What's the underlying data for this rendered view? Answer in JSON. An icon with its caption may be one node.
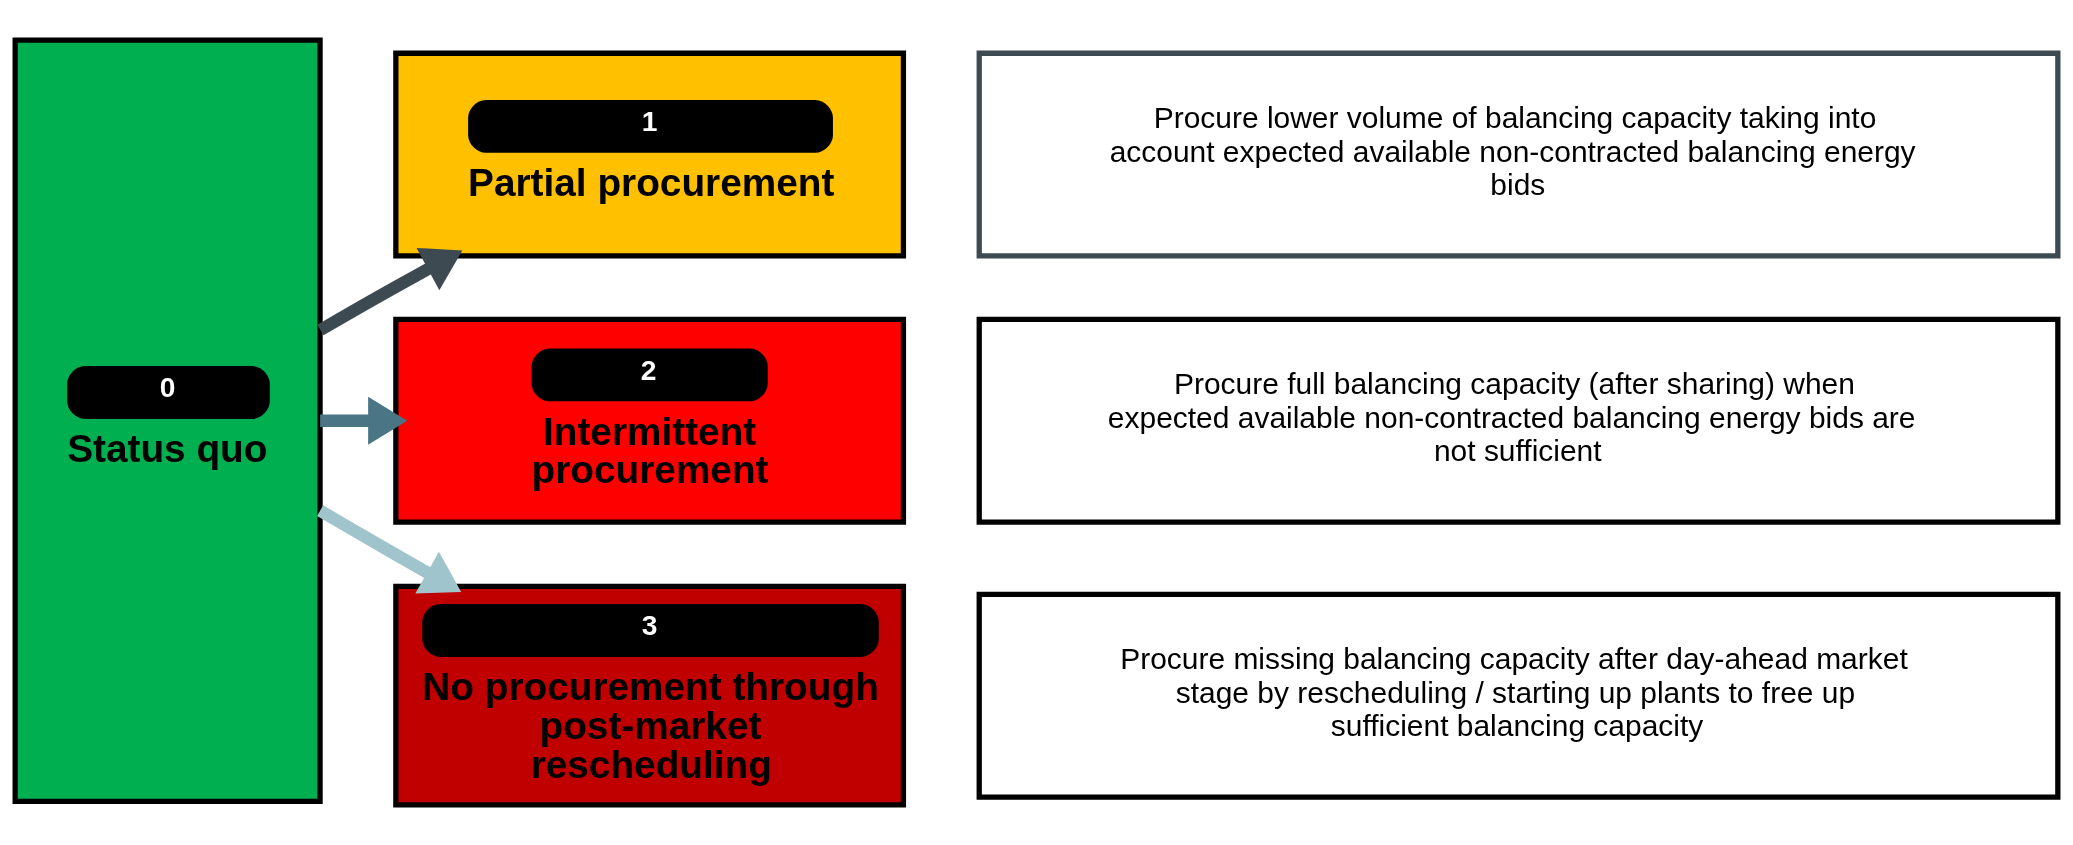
{
  "diagram": {
    "nodes": [
      {
        "text": [
          "0",
          "Status quo"
        ]
      },
      {
        "text": [
          "1",
          "Partial procurement"
        ]
      },
      {
        "text": [
          "Procure lower volume of balancing capacity taking into account expected available non-contracted balancing energy bids"
        ]
      },
      {
        "text": [
          "2",
          "Intermittent procurement"
        ]
      },
      {
        "text": [
          "Procure full balancing capacity (after sharing) when expected available non-contracted balancing energy bids are not sufficient"
        ]
      },
      {
        "text": [
          "3",
          "No procurement through post-market rescheduling"
        ]
      },
      {
        "text": [
          "Procure missing balancing capacity after day-ahead market stage by rescheduling / starting up plants to free up sufficient balancing capacity"
        ]
      }
    ],
    "edges": [
      {
        "from": 0,
        "to": 1,
        "arrow": "to",
        "color": "#3d4a52"
      },
      {
        "from": 0,
        "to": 3,
        "arrow": "to",
        "color": "#4a7585"
      },
      {
        "from": 0,
        "to": 5,
        "arrow": "to",
        "color": "#a0c4cc"
      }
    ]
  }
}
